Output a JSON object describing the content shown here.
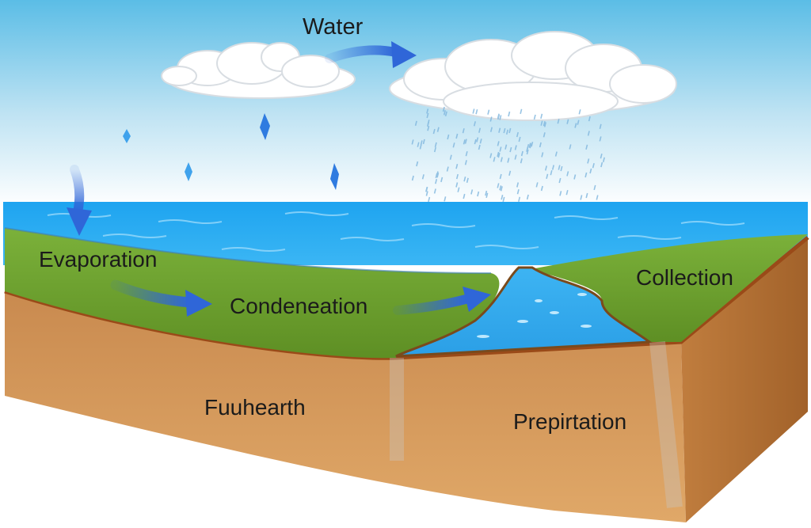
{
  "diagram": {
    "labels": {
      "water": "Water",
      "evaporation": "Evaporation",
      "condensation": "Condeneation",
      "collection": "Collection",
      "earth": "Fuuhearth",
      "precipitation": "Prepirtation"
    },
    "colors": {
      "sky_top": "#5bbde6",
      "sky_bottom": "#ffffff",
      "sea": "#27a9ee",
      "grass": "#6b9d2c",
      "soil": "#d99a5c",
      "soil_dark": "#b8773d",
      "arrow": "#2f66d8"
    }
  }
}
